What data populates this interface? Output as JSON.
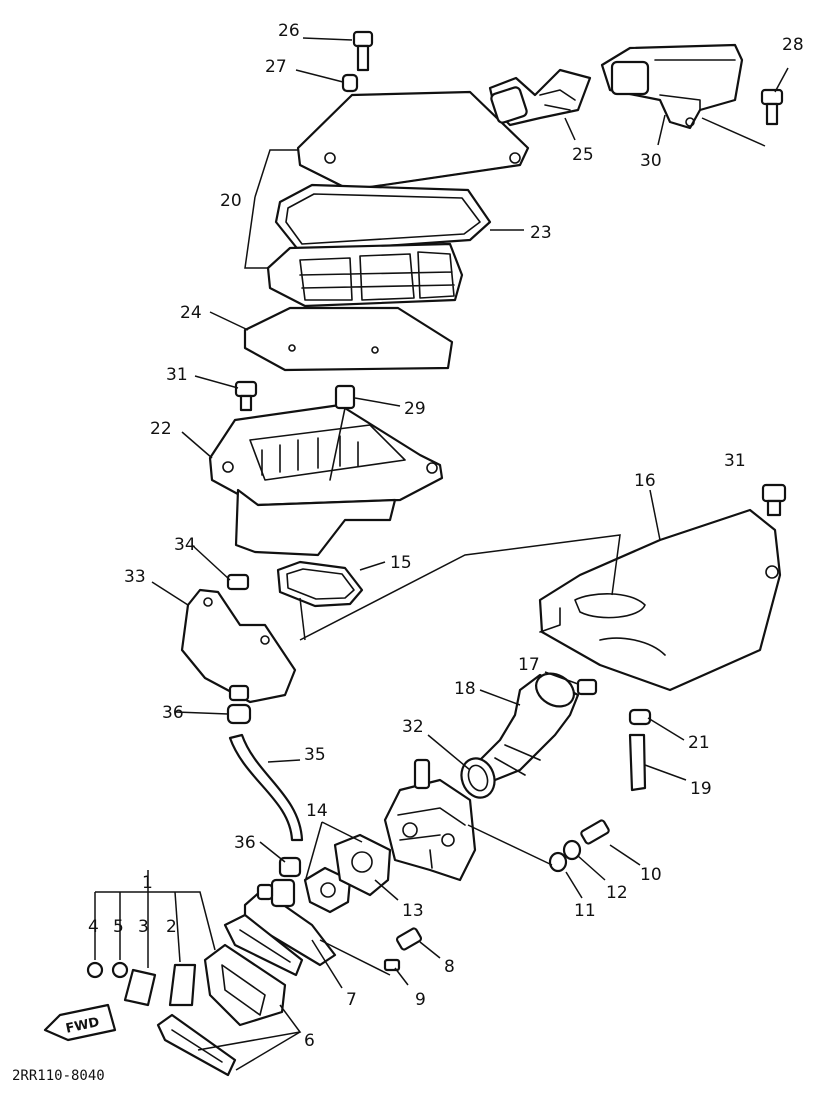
{
  "diagram": {
    "drawing_code": "2RR110-8040",
    "fwd_marker": "FWD",
    "callouts": [
      "1",
      "2",
      "3",
      "4",
      "5",
      "6",
      "7",
      "8",
      "9",
      "10",
      "11",
      "12",
      "13",
      "14",
      "15",
      "16",
      "17",
      "18",
      "19",
      "20",
      "21",
      "22",
      "23",
      "24",
      "25",
      "26",
      "27",
      "28",
      "29",
      "30",
      "31",
      "31",
      "32",
      "33",
      "34",
      "35",
      "36",
      "36"
    ]
  }
}
